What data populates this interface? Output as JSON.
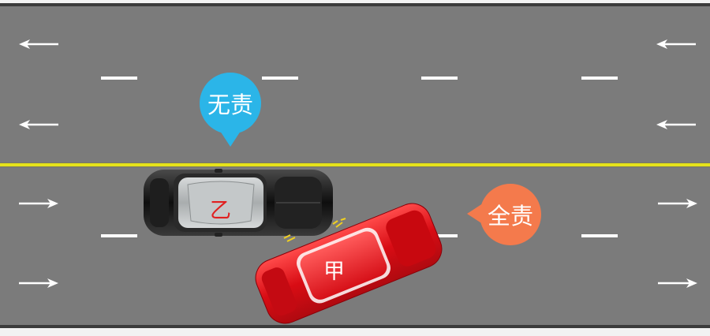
{
  "scene": {
    "lanes": {
      "upper_direction": "left",
      "lower_direction": "right",
      "center_line_color": "#e6e21a",
      "road_color": "#7b7b7b"
    },
    "vehicles": [
      {
        "id": "yi",
        "label": "乙",
        "body_color": "#1a1a1a",
        "label_color": "#e02020"
      },
      {
        "id": "jia",
        "label": "甲",
        "body_color": "#e0121a",
        "label_color": "#ffffff"
      }
    ],
    "tags": [
      {
        "id": "no_fault",
        "text": "无责",
        "color": "#2bb5e8"
      },
      {
        "id": "full_fault",
        "text": "全责",
        "color": "#f47a4c"
      }
    ],
    "icons": [
      "arrow-left-icon",
      "arrow-right-icon"
    ]
  }
}
